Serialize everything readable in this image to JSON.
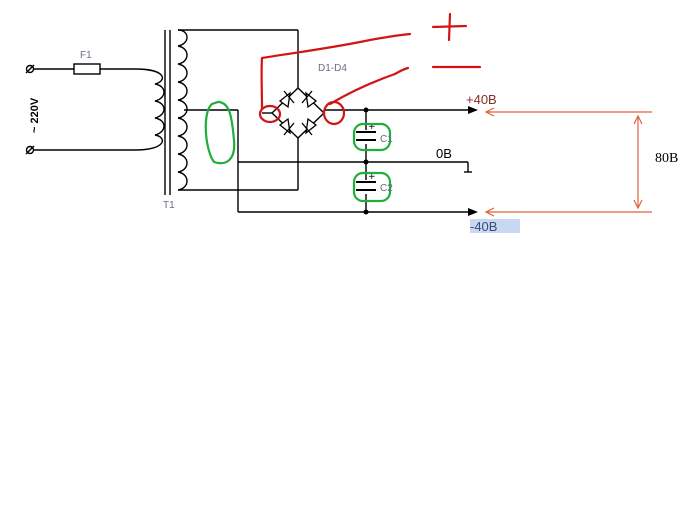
{
  "diagram": {
    "fuse_label": "F1",
    "input_voltage_label": "~ 220V",
    "transformer_label": "T1",
    "bridge_label": "D1-D4",
    "cap1_label": "C1",
    "cap2_label": "C2",
    "out_pos_label": "+40B",
    "out_zero_label": "0B",
    "out_neg_label": "-40B",
    "total_voltage_label": "80B",
    "handwritten_plus": "+",
    "handwritten_minus": "—"
  },
  "colors": {
    "wire": "#000000",
    "annotation_red": "#d21414",
    "annotation_green": "#1fae3a",
    "dimension_arrow": "#e0623a",
    "label_gray": "#6a6a8a",
    "neg_label_highlight": "#c9d8f2"
  }
}
